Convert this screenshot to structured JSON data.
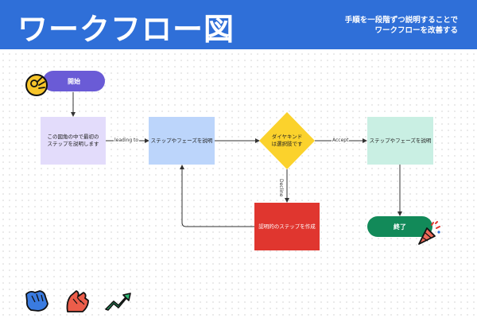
{
  "header": {
    "title": "ワークフロー図",
    "subtitle_line1": "手順を一段階ずつ説明することで",
    "subtitle_line2": "ワークフローを改善する"
  },
  "nodes": {
    "start": "開始",
    "describe_step_line1": "この図角の中で最初の",
    "describe_step_line2": "ステップを説明します",
    "explain_phase_1": "ステップやフェーズを説明",
    "decision_line1": "ダイヤキンド",
    "decision_line2": "は選択肢です",
    "explain_phase_2": "ステップやフェーズを説明",
    "create_step": "認明的のステップを作成",
    "end": "終了"
  },
  "edges": {
    "leading_to": "leading to",
    "accept": "Accept",
    "decline": "Decline"
  },
  "colors": {
    "header_bg": "#2f6fd8",
    "start_pill": "#6a5bd6",
    "describe_box": "#e3dcfb",
    "explain_box_1": "#bcd5fb",
    "decision_diamond": "#fbd22c",
    "explain_box_2": "#c9efe3",
    "create_box": "#e0362f",
    "end_pill": "#128a59"
  },
  "stickers": [
    "ok-hand-icon",
    "party-popper-icon",
    "fist-bump-icon",
    "clap-hands-icon",
    "trend-up-arrow-icon"
  ]
}
